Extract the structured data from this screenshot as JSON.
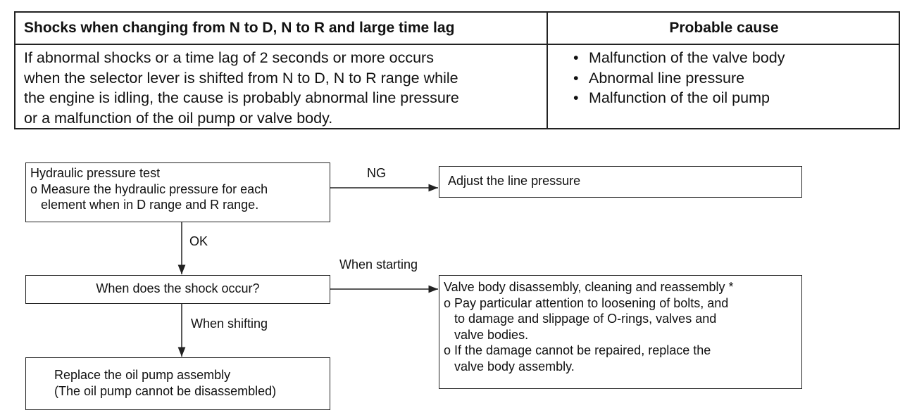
{
  "table": {
    "col1_header": "Shocks when changing from N to D, N to R and large time lag",
    "col2_header": "Probable cause",
    "description_lines": [
      "If abnormal shocks or a time lag of 2 seconds or more occurs",
      "when the selector lever is shifted from N to D, N to R range while",
      "the engine is idling, the cause is probably abnormal line pressure",
      "or a malfunction of the oil pump or valve body."
    ],
    "causes": [
      "Malfunction of the valve body",
      "Abnormal line pressure",
      "Malfunction of the oil pump"
    ]
  },
  "flow": {
    "hydraulic_test": {
      "title": "Hydraulic pressure test",
      "line1": "o Measure the hydraulic pressure for each",
      "line2": "element when in D range and R range."
    },
    "ng_label": "NG",
    "adjust": "Adjust the line pressure",
    "ok_label": "OK",
    "question": "When does the shock occur?",
    "when_starting_label": "When starting",
    "when_shifting_label": "When shifting",
    "valve": {
      "title": "Valve body disassembly, cleaning and reassembly *",
      "line1": "o Pay particular attention to loosening of bolts, and",
      "line2": "to damage and slippage of O-rings, valves and",
      "line3": "valve bodies.",
      "line4": "o If the damage cannot be repaired, replace the",
      "line5": "valve body assembly."
    },
    "replace": {
      "line1": "Replace the oil pump assembly",
      "line2": "(The oil pump cannot be disassembled)"
    }
  }
}
